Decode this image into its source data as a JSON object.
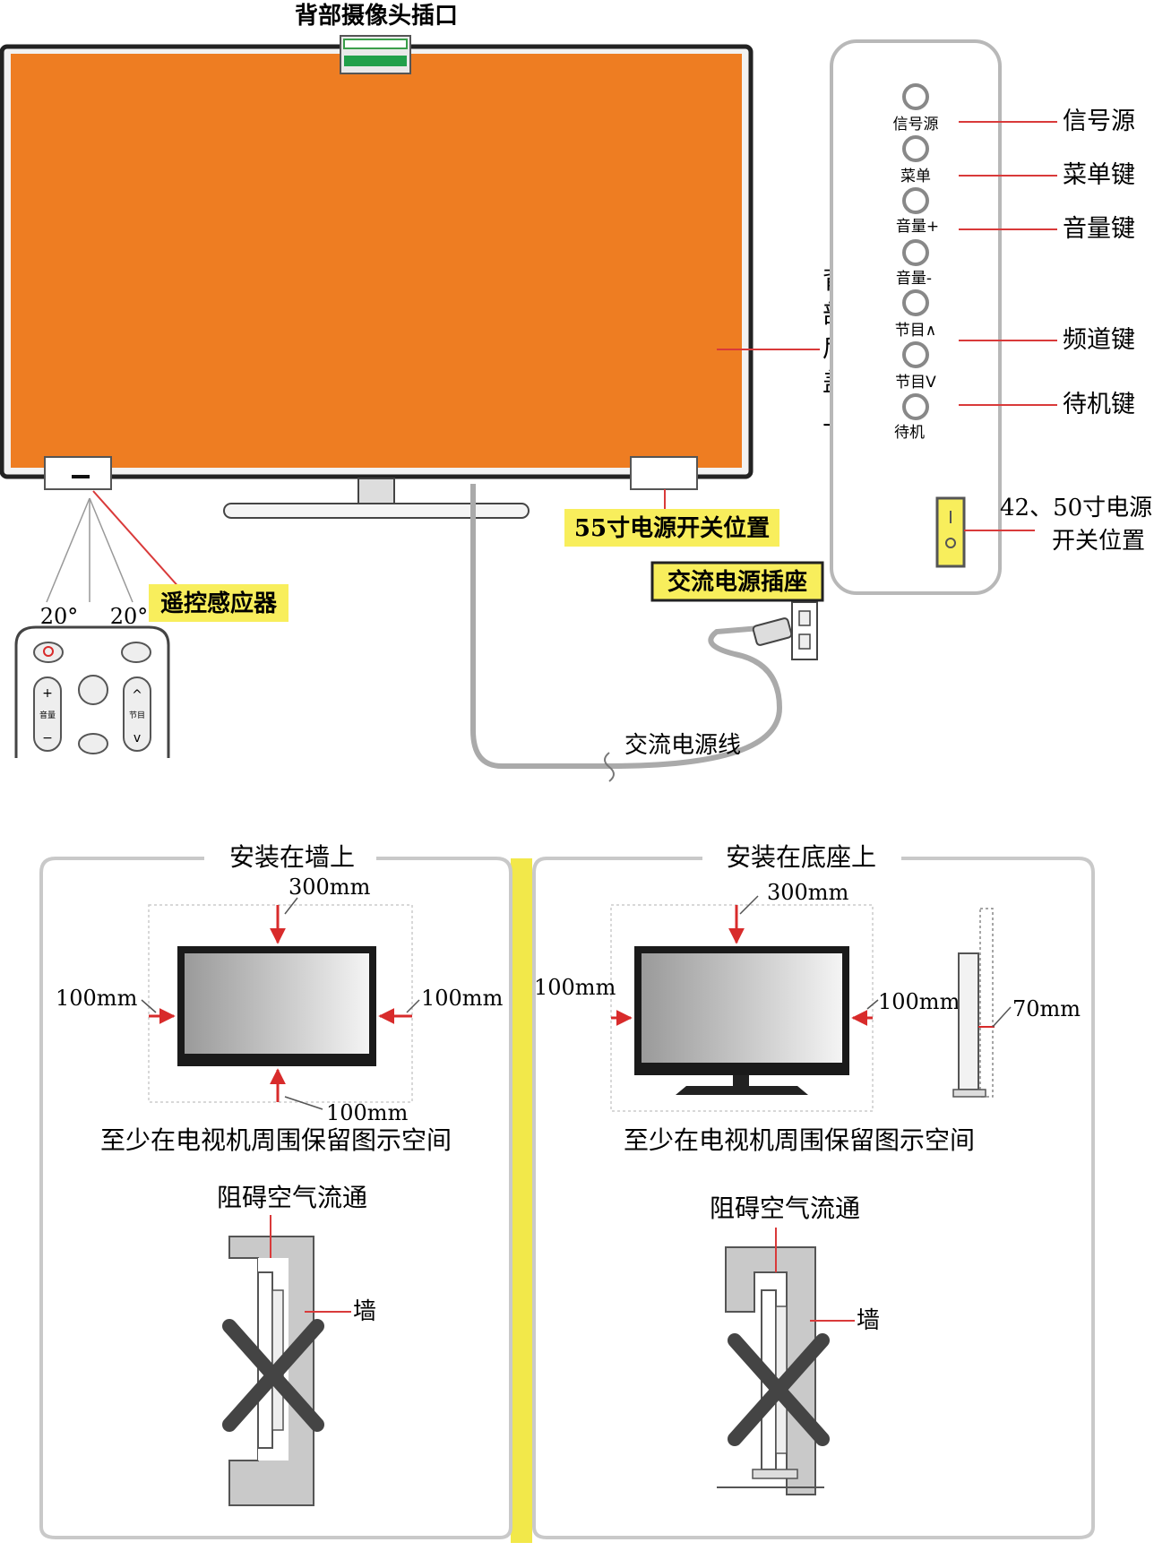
{
  "colors": {
    "screen": "#EE7D22",
    "highlight": "#F8EE5C",
    "pointer": "#D93A3A",
    "panel_border": "#B8B8B8",
    "divider": "#F2E84A",
    "wall": "#C9C9C9",
    "arrow": "#D82B2B"
  },
  "top": {
    "camera_port_label": "背部摄像头插口",
    "rear_cover_label": [
      "背",
      "部",
      "后",
      "盖",
      "上"
    ],
    "power_switch_55_label": "55寸电源开关位置",
    "remote_sensor_label": "遥控感应器",
    "angle_left": "20°",
    "angle_right": "20°",
    "ac_socket_label": "交流电源插座",
    "ac_cord_label": "交流电源线",
    "side_panel": {
      "buttons": [
        {
          "small_label": "信号源",
          "callout": "信号源"
        },
        {
          "small_label": "菜单",
          "callout": "菜单键"
        },
        {
          "small_label": "音量+",
          "callout": "音量键"
        },
        {
          "small_label": "音量-",
          "callout": ""
        },
        {
          "small_label": "节目∧",
          "callout": "频道键"
        },
        {
          "small_label": "节目V",
          "callout": ""
        },
        {
          "small_label": "待机",
          "callout": "待机键"
        }
      ],
      "switch_callout_line1": "42、50寸电源",
      "switch_callout_line2": "开关位置"
    },
    "remote": {
      "vol_plus": "+",
      "vol_minus": "−",
      "vol_label": "音量",
      "ch_up": "^",
      "ch_down": "v",
      "ch_label": "节目"
    }
  },
  "bottom": {
    "left": {
      "title": "安装在墙上",
      "top_gap": "300mm",
      "left_gap": "100mm",
      "right_gap": "100mm",
      "bottom_gap": "100mm",
      "caption": "至少在电视机周围保留图示空间",
      "blocked_title": "阻碍空气流通",
      "wall_label": "墙"
    },
    "right": {
      "title": "安装在底座上",
      "top_gap": "300mm",
      "left_gap": "100mm",
      "right_gap": "100mm",
      "back_gap": "70mm",
      "caption": "至少在电视机周围保留图示空间",
      "blocked_title": "阻碍空气流通",
      "wall_label": "墙"
    }
  }
}
